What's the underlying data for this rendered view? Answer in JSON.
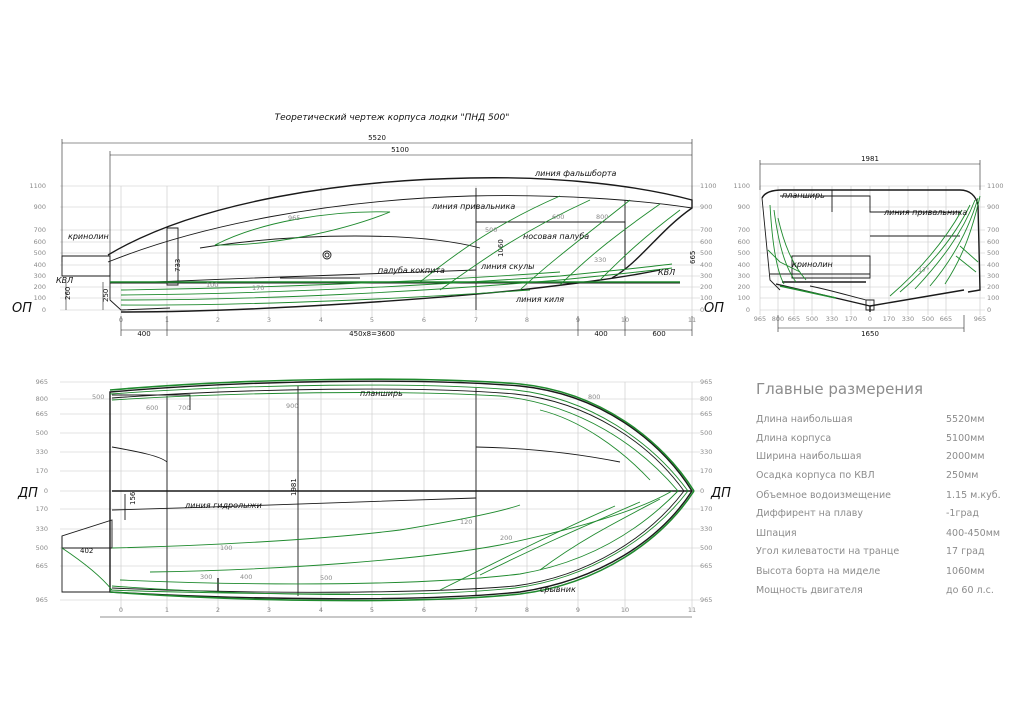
{
  "title": "Теоретический чертеж корпуса лодки \"ПНД 500\"",
  "side_view": {
    "dims": {
      "overall": "5520",
      "hull": "5100",
      "stations": "450х8=3600",
      "aft_spacing": "400",
      "fwd_spacing_a": "400",
      "fwd_spacing_b": "600",
      "d260": "260",
      "d250": "250",
      "d733": "733",
      "d1060": "1060",
      "d665": "665"
    },
    "left_axis": [
      "1100",
      "900",
      "700",
      "600",
      "500",
      "400",
      "300",
      "200",
      "100",
      "0"
    ],
    "right_axis": [
      "1100",
      "900",
      "700",
      "600",
      "500",
      "400",
      "300",
      "200",
      "100",
      "0"
    ],
    "station_ticks": [
      "0",
      "1",
      "2",
      "3",
      "4",
      "5",
      "6",
      "7",
      "8",
      "9",
      "10",
      "11"
    ],
    "labels": {
      "falshbort": "линия фальшборта",
      "privalnik": "линия привальника",
      "nos_paluba": "носовая палуба",
      "kokpit": "палуба кокпита",
      "skula": "линия скулы",
      "kil": "линия киля",
      "krinolin": "кринолин",
      "kvl_left": "КВЛ",
      "kvl_right": "КВЛ",
      "op_left": "ОП",
      "op_right": "ОП",
      "w965": "965",
      "w800": "800",
      "w600": "600",
      "w500": "500",
      "w330": "330",
      "w170": "170",
      "w100": "100"
    }
  },
  "body_plan": {
    "dims": {
      "width": "1981",
      "base": "1650"
    },
    "left_axis": [
      "1100",
      "900",
      "700",
      "600",
      "500",
      "400",
      "300",
      "200",
      "100",
      "0"
    ],
    "right_axis": [
      "1100",
      "900",
      "700",
      "600",
      "500",
      "400",
      "300",
      "200",
      "100",
      "0"
    ],
    "bottom_ticks": [
      "965",
      "800",
      "665",
      "500",
      "330",
      "170",
      "0",
      "170",
      "330",
      "500",
      "665",
      "965"
    ],
    "labels": {
      "planshir": "планширь",
      "privalnik": "линия привальника",
      "krinolin": "кринолин",
      "angle": "17°"
    }
  },
  "plan_view": {
    "left_axis": [
      "965",
      "800",
      "665",
      "500",
      "330",
      "170",
      "0",
      "170",
      "330",
      "500",
      "665",
      "965"
    ],
    "right_axis": [
      "965",
      "800",
      "665",
      "500",
      "330",
      "170",
      "0",
      "170",
      "330",
      "500",
      "665",
      "965"
    ],
    "station_ticks": [
      "0",
      "1",
      "2",
      "3",
      "4",
      "5",
      "6",
      "7",
      "8",
      "9",
      "10",
      "11"
    ],
    "labels": {
      "planshir": "планширь",
      "gidrolyzhi": "линия гидролыжи",
      "sryvnik": "срывник",
      "dp_left": "ДП",
      "dp_right": "ДП",
      "n402": "402",
      "n156": "156",
      "n1981": "1981",
      "t500a": "500",
      "t600": "600",
      "t700": "700",
      "t900": "900",
      "t800": "800",
      "b300": "300",
      "b400": "400",
      "b500": "500",
      "b120": "120",
      "b100": "100",
      "b200": "200"
    }
  },
  "specs": {
    "heading": "Главные размерения",
    "rows": [
      {
        "name": "Длина наибольшая",
        "value": "5520мм"
      },
      {
        "name": "Длина корпуса",
        "value": "5100мм"
      },
      {
        "name": "Ширина наибольшая",
        "value": "2000мм"
      },
      {
        "name": "Осадка корпуса по КВЛ",
        "value": "250мм"
      },
      {
        "name": "Объемное водоизмещение",
        "value": "1.15 м.куб."
      },
      {
        "name": "Диффирент на плаву",
        "value": "-1град"
      },
      {
        "name": "Шпация",
        "value": "400-450мм"
      },
      {
        "name": "Угол килеватости на транце",
        "value": "17 град"
      },
      {
        "name": "Высота борта на миделе",
        "value": "1060мм"
      },
      {
        "name": "Мощность двигателя",
        "value": "до 60 л.с."
      }
    ]
  },
  "colors": {
    "green": "#1f8a2e",
    "ink": "#1a1a1a",
    "grid": "#c8c8c8",
    "grey_text": "#8c8c8c"
  }
}
